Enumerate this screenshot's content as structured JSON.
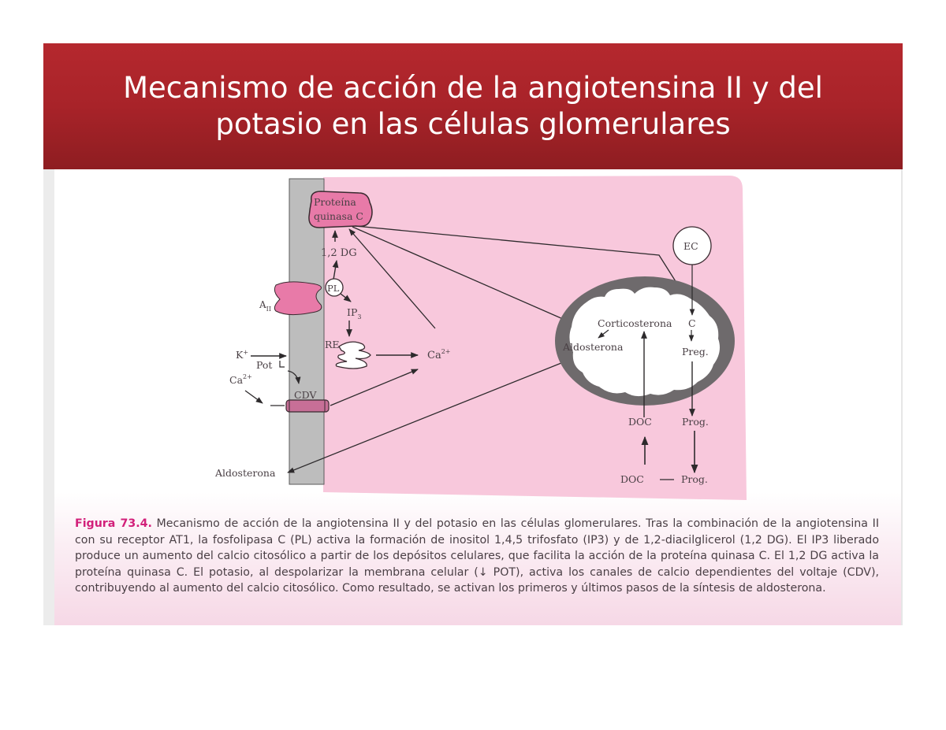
{
  "slide": {
    "title_line1": "Mecanismo de acción de la angiotensina II y del",
    "title_line2": "potasio en las células glomerulares",
    "colors": {
      "title_bar": "#a82329",
      "title_text": "#ffffff",
      "cell_background": "#f8c8dc",
      "membrane": "#bdbdbd",
      "protein": "#e87aa8",
      "figure_label": "#d2207a"
    }
  },
  "diagram": {
    "labels": {
      "protein_kinase": [
        "Proteína",
        "quinasa C"
      ],
      "dg": "1,2 DG",
      "pl": "PL",
      "a2": "A",
      "a2_sub": "II",
      "ip3": "IP",
      "ip3_sub": "3",
      "re": "RE",
      "ca_cyto": "Ca",
      "ca_cyto_sup": "2+",
      "k": "K",
      "k_sup": "+",
      "pot": "Pot",
      "ca_ext": "Ca",
      "ca_ext_sup": "2+",
      "cdv": "CDV",
      "aldosterona_out": "Aldosterona",
      "ec": "EC",
      "corticosterona": "Corticosterona",
      "c": "C",
      "aldosterona_in": "Aldosterona",
      "preg": "Preg.",
      "doc_top": "DOC",
      "prog_top": "Prog.",
      "doc_bottom": "DOC",
      "prog_bottom": "Prog."
    }
  },
  "caption": {
    "figure_label": "Figura 73.4.",
    "text": "Mecanismo de acción de la angiotensina II y del potasio en las células glomerulares. Tras la combinación de la angiotensina II con su receptor AT1, la fosfolipasa C (PL) activa la formación de inositol 1,4,5 trifosfato (IP3) y de 1,2-diacilglicerol (1,2 DG). El IP3 liberado produce un aumento del calcio citosólico a partir de los depósitos celulares, que facilita la acción de la proteína quinasa C. El 1,2 DG activa la proteína quinasa C. El potasio, al despolarizar la membrana celular (↓ POT), activa los canales de calcio dependientes del voltaje (CDV), contribuyendo al aumento del calcio citosólico. Como resultado, se activan los primeros y últimos pasos de la síntesis de aldosterona."
  }
}
